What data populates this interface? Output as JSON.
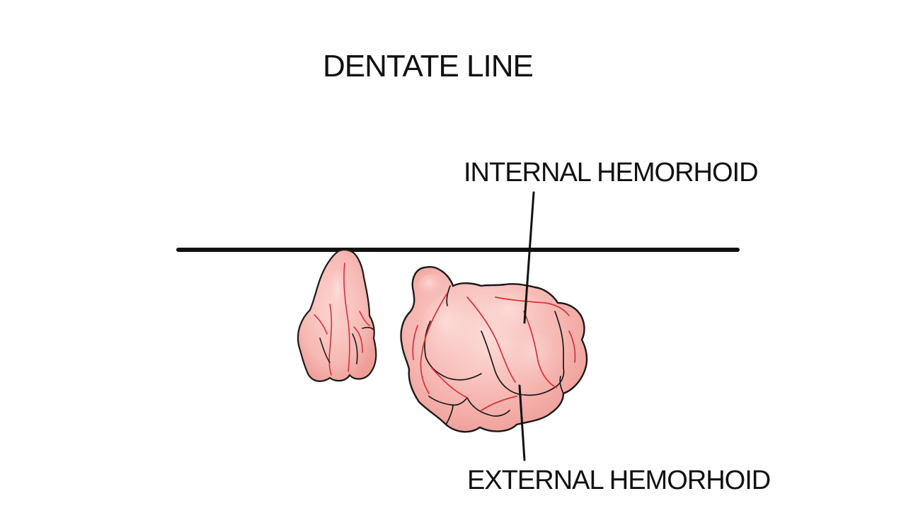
{
  "diagram": {
    "title": "DENTATE LINE",
    "labels": {
      "internal": "INTERNAL HEMORHOID",
      "external": "EXTERNAL HEMORHOID"
    }
  },
  "colors": {
    "background": "#ffffff",
    "line": "#111111",
    "tissue_fill": "#f7b8b3",
    "tissue_highlight": "#fcd6d2",
    "tissue_shadow": "#ee9d98",
    "vessel": "#d9303a",
    "outline": "#1a1a1a"
  }
}
